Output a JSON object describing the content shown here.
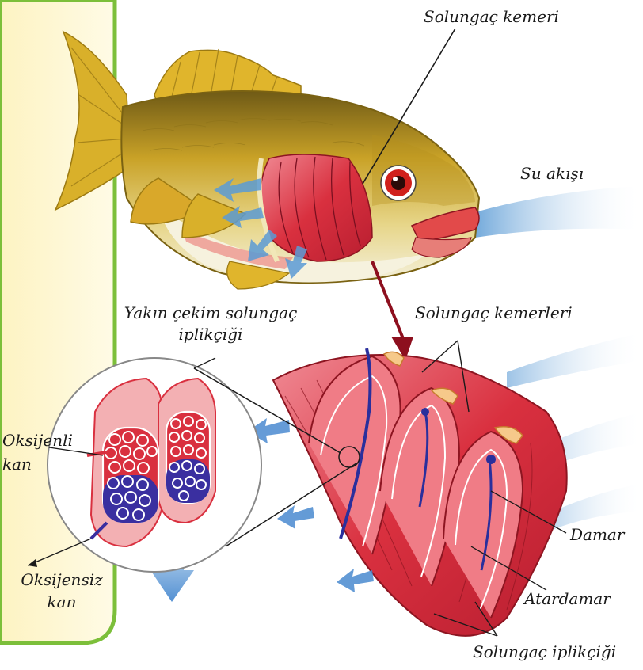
{
  "labels": {
    "gill_arch": "Solungaç kemeri",
    "water_flow": "Su akışı",
    "closeup_line1": "Yakın çekim solungaç",
    "closeup_line2": "iplikçiği",
    "gill_arches": "Solungaç kemerleri",
    "oxygenated_line1": "Oksijenli",
    "oxygenated_line2": "kan",
    "deoxygenated_line1": "Oksijensiz",
    "deoxygenated_line2": "kan",
    "vein": "Damar",
    "artery": "Atardamar",
    "gill_filament": "Solungaç iplikçiği"
  },
  "colors": {
    "panel_fill": "#fdf6cf",
    "panel_border": "#7cbf3a",
    "fish_body": "#c9a227",
    "fish_belly": "#f2eccb",
    "fin": "#d9b02a",
    "gill_red": "#d93a4a",
    "gill_pink": "#f07c86",
    "water_blue": "#5b9bd5",
    "vein_blue": "#2a2f9c",
    "eye_red": "#d0201c"
  }
}
